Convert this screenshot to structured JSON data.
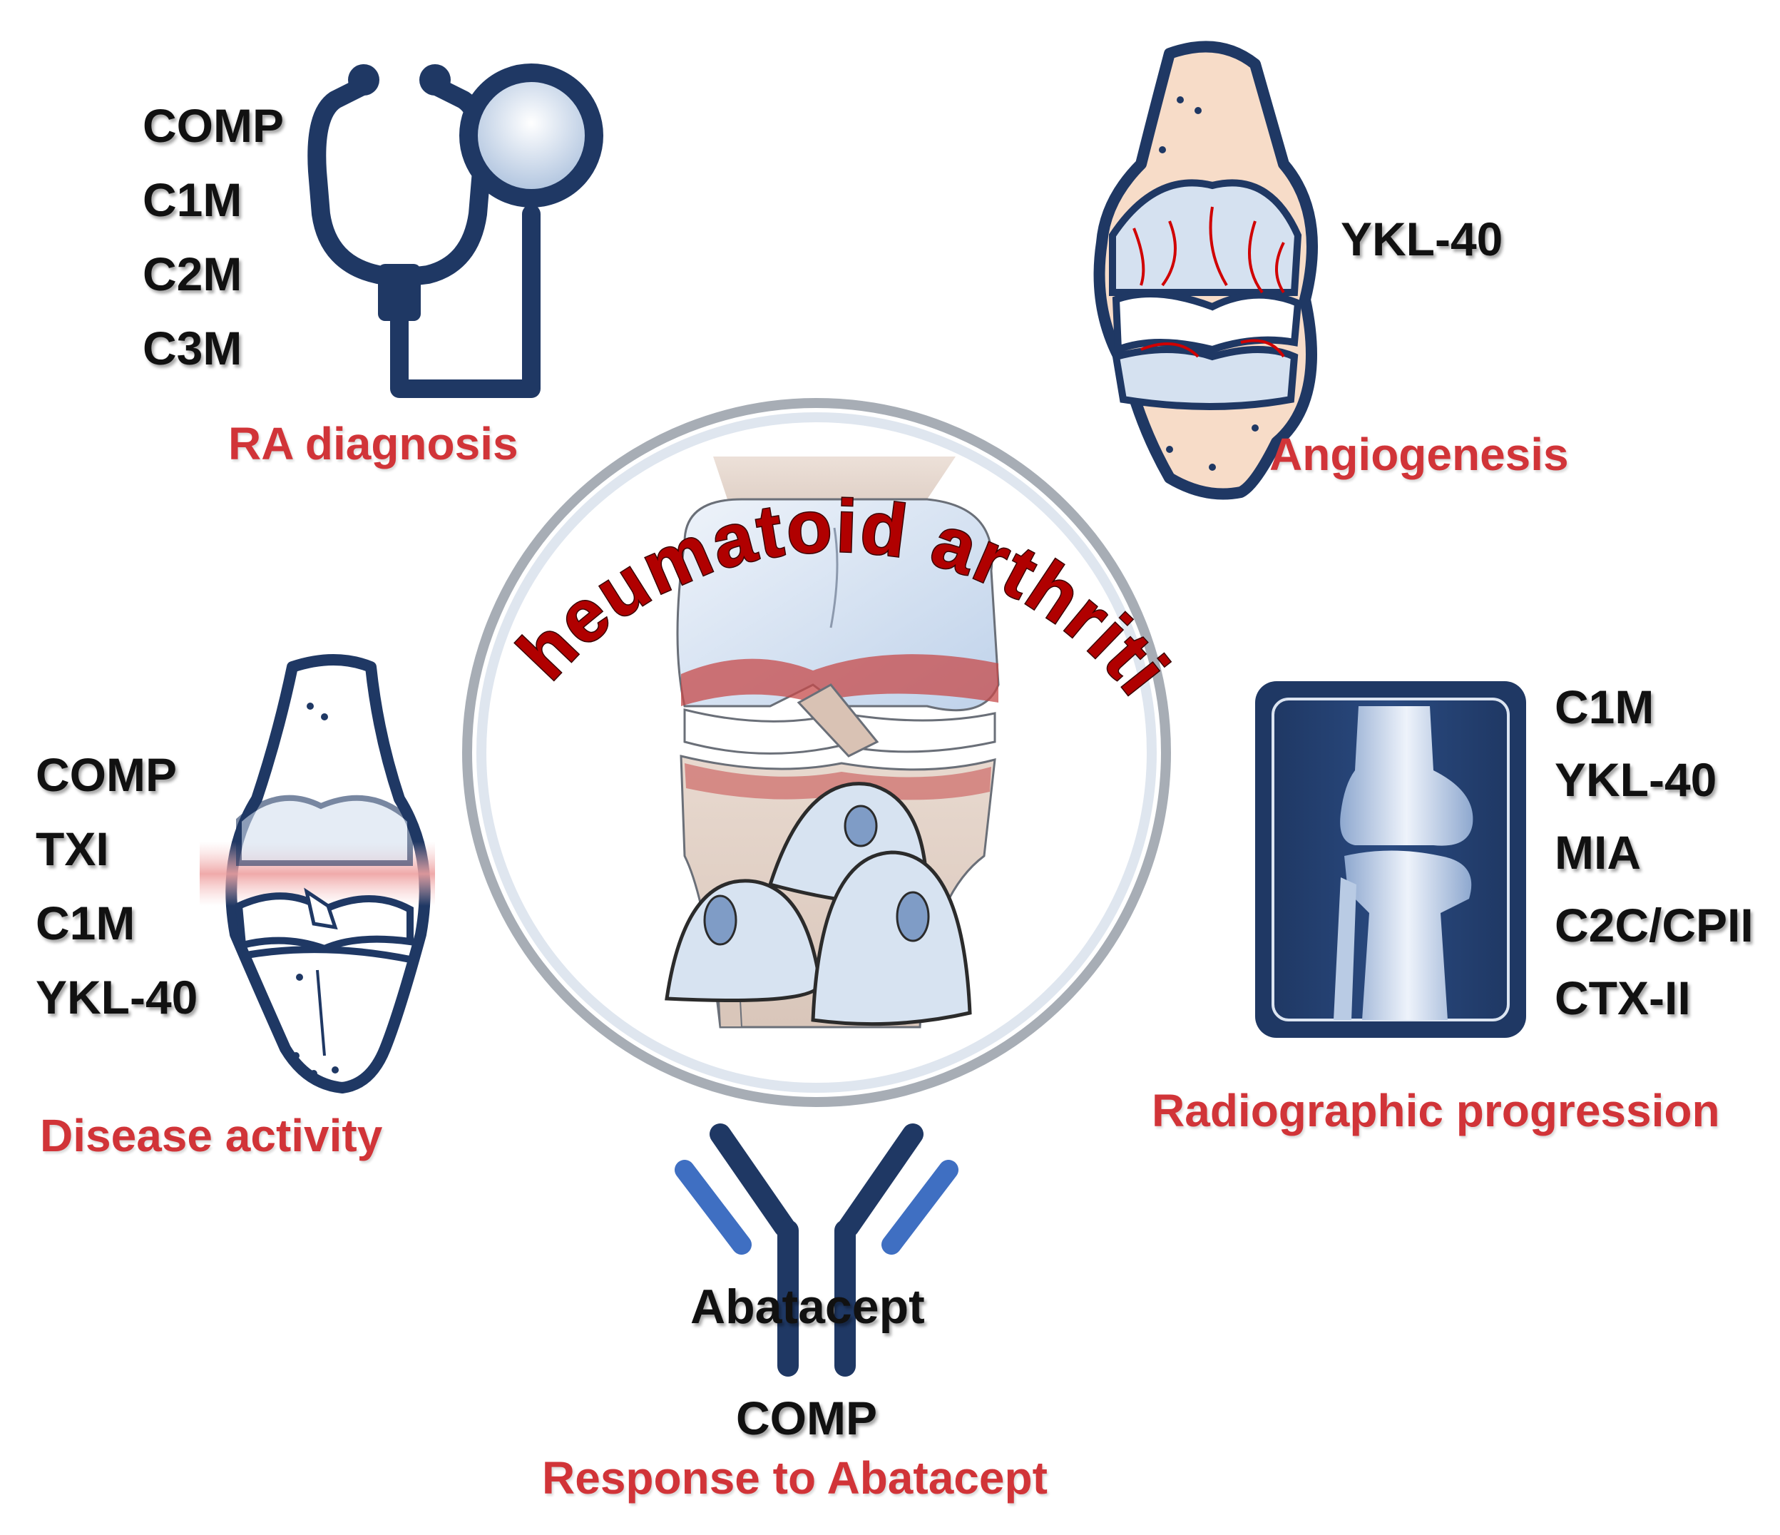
{
  "central": {
    "title": "Rheumatoid arthritis"
  },
  "panels": {
    "ra_diagnosis": {
      "caption": "RA diagnosis",
      "markers": [
        "COMP",
        "C1M",
        "C2M",
        "C3M"
      ]
    },
    "angiogenesis": {
      "caption": "Angiogenesis",
      "markers": [
        "YKL-40"
      ]
    },
    "disease_activity": {
      "caption": "Disease activity",
      "markers": [
        "COMP",
        "TXI",
        "C1M",
        "YKL-40"
      ]
    },
    "radiographic_progression": {
      "caption": "Radiographic progression",
      "markers": [
        "C1M",
        "YKL-40",
        "MIA",
        "C2C/CPII",
        "CTX-II"
      ]
    },
    "abatacept": {
      "antibody_label": "Abatacept",
      "markers": [
        "COMP"
      ],
      "caption": "Response to Abatacept"
    }
  },
  "colors": {
    "navy": "#1f3864",
    "caption_red": "#d13438",
    "title_red": "#b00000",
    "skin": "#f7dcc8",
    "cartilage": "#c9d9ec"
  },
  "icons": [
    "stethoscope-icon",
    "inflamed-joint-icon",
    "knee-xray-icon",
    "antibody-icon",
    "knee-cartilage-illustration"
  ]
}
